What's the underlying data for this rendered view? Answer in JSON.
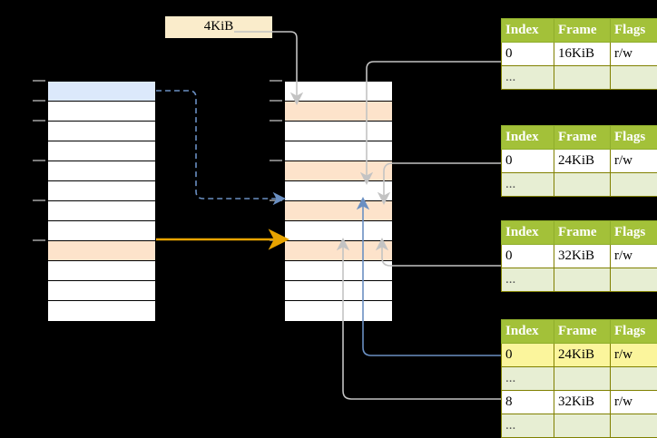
{
  "diagram": {
    "title_label": {
      "text": "4KiB"
    },
    "page_size_box_color": "#faeccb",
    "accent_colors": {
      "table_header_green": "#a3c139",
      "dots_row_green": "#e7eed3",
      "highlight_yellow": "#fbf59c",
      "orange_fill": "#fde3cb",
      "blue_fill": "#dce9fb",
      "orange_arrow": "#e8a400",
      "blue_arrow": "#6a8fc2",
      "gray_wire": "#c8c8c8"
    },
    "virtual_column": {
      "name": "virtual-address-space-column",
      "rows": [
        {
          "fill": "blue"
        },
        {
          "fill": "white"
        },
        {
          "fill": "white"
        },
        {
          "fill": "white"
        },
        {
          "fill": "white"
        },
        {
          "fill": "white"
        },
        {
          "fill": "white"
        },
        {
          "fill": "white"
        },
        {
          "fill": "orange"
        },
        {
          "fill": "white"
        },
        {
          "fill": "white"
        },
        {
          "fill": "white"
        }
      ]
    },
    "physical_column": {
      "name": "physical-memory-column",
      "rows": [
        {
          "fill": "white"
        },
        {
          "fill": "orange"
        },
        {
          "fill": "white"
        },
        {
          "fill": "white"
        },
        {
          "fill": "orange"
        },
        {
          "fill": "white"
        },
        {
          "fill": "orange"
        },
        {
          "fill": "white"
        },
        {
          "fill": "orange"
        },
        {
          "fill": "white"
        },
        {
          "fill": "white"
        },
        {
          "fill": "white"
        }
      ]
    },
    "tables": [
      {
        "name": "page-table-level-1",
        "headers": [
          "Index",
          "Frame",
          "Flags"
        ],
        "rows": [
          {
            "cells": [
              "0",
              "16KiB",
              "r/w"
            ],
            "dots": false,
            "highlight": [
              false,
              false,
              false
            ]
          },
          {
            "cells": [
              "...",
              "",
              ""
            ],
            "dots": true,
            "highlight": [
              false,
              false,
              false
            ]
          }
        ]
      },
      {
        "name": "page-table-level-2",
        "headers": [
          "Index",
          "Frame",
          "Flags"
        ],
        "rows": [
          {
            "cells": [
              "0",
              "24KiB",
              "r/w"
            ],
            "dots": false,
            "highlight": [
              false,
              false,
              false
            ]
          },
          {
            "cells": [
              "...",
              "",
              ""
            ],
            "dots": true,
            "highlight": [
              false,
              false,
              false
            ]
          }
        ]
      },
      {
        "name": "page-table-level-3",
        "headers": [
          "Index",
          "Frame",
          "Flags"
        ],
        "rows": [
          {
            "cells": [
              "0",
              "32KiB",
              "r/w"
            ],
            "dots": false,
            "highlight": [
              false,
              false,
              false
            ]
          },
          {
            "cells": [
              "...",
              "",
              ""
            ],
            "dots": true,
            "highlight": [
              false,
              false,
              false
            ]
          }
        ]
      },
      {
        "name": "page-table-level-4",
        "headers": [
          "Index",
          "Frame",
          "Flags"
        ],
        "rows": [
          {
            "cells": [
              "0",
              "24KiB",
              "r/w"
            ],
            "dots": false,
            "highlight": [
              true,
              true,
              true
            ]
          },
          {
            "cells": [
              "...",
              "",
              ""
            ],
            "dots": true,
            "highlight": [
              false,
              false,
              false
            ]
          },
          {
            "cells": [
              "8",
              "32KiB",
              "r/w"
            ],
            "dots": false,
            "highlight": [
              false,
              false,
              false
            ]
          },
          {
            "cells": [
              "...",
              "",
              ""
            ],
            "dots": true,
            "highlight": [
              false,
              false,
              false
            ]
          }
        ]
      }
    ]
  }
}
